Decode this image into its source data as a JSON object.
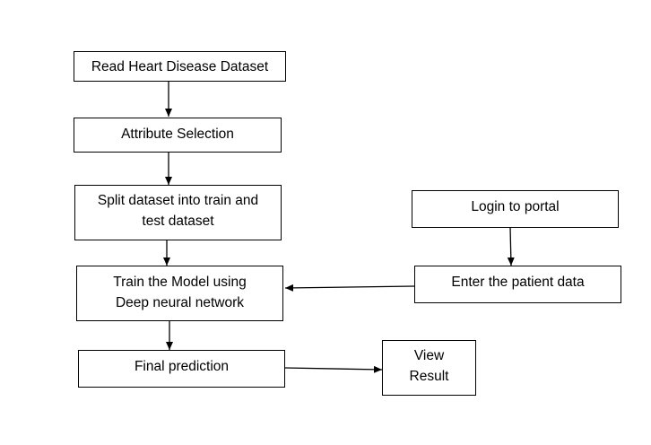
{
  "nodes": {
    "read_dataset": "Read Heart Disease Dataset",
    "attribute_selection": "Attribute Selection",
    "split_dataset": "Split dataset into train and\ntest dataset",
    "train_model": "Train the Model using\nDeep neural network",
    "final_prediction": "Final prediction",
    "login_portal": "Login to portal",
    "enter_patient_data": "Enter the patient data",
    "view_result": "View\nResult"
  },
  "edges": [
    {
      "from": "read_dataset",
      "to": "attribute_selection"
    },
    {
      "from": "attribute_selection",
      "to": "split_dataset"
    },
    {
      "from": "split_dataset",
      "to": "train_model"
    },
    {
      "from": "train_model",
      "to": "final_prediction"
    },
    {
      "from": "login_portal",
      "to": "enter_patient_data"
    },
    {
      "from": "enter_patient_data",
      "to": "train_model"
    },
    {
      "from": "final_prediction",
      "to": "view_result"
    }
  ],
  "colors": {
    "border": "#000000",
    "background": "#ffffff",
    "text": "#000000"
  }
}
